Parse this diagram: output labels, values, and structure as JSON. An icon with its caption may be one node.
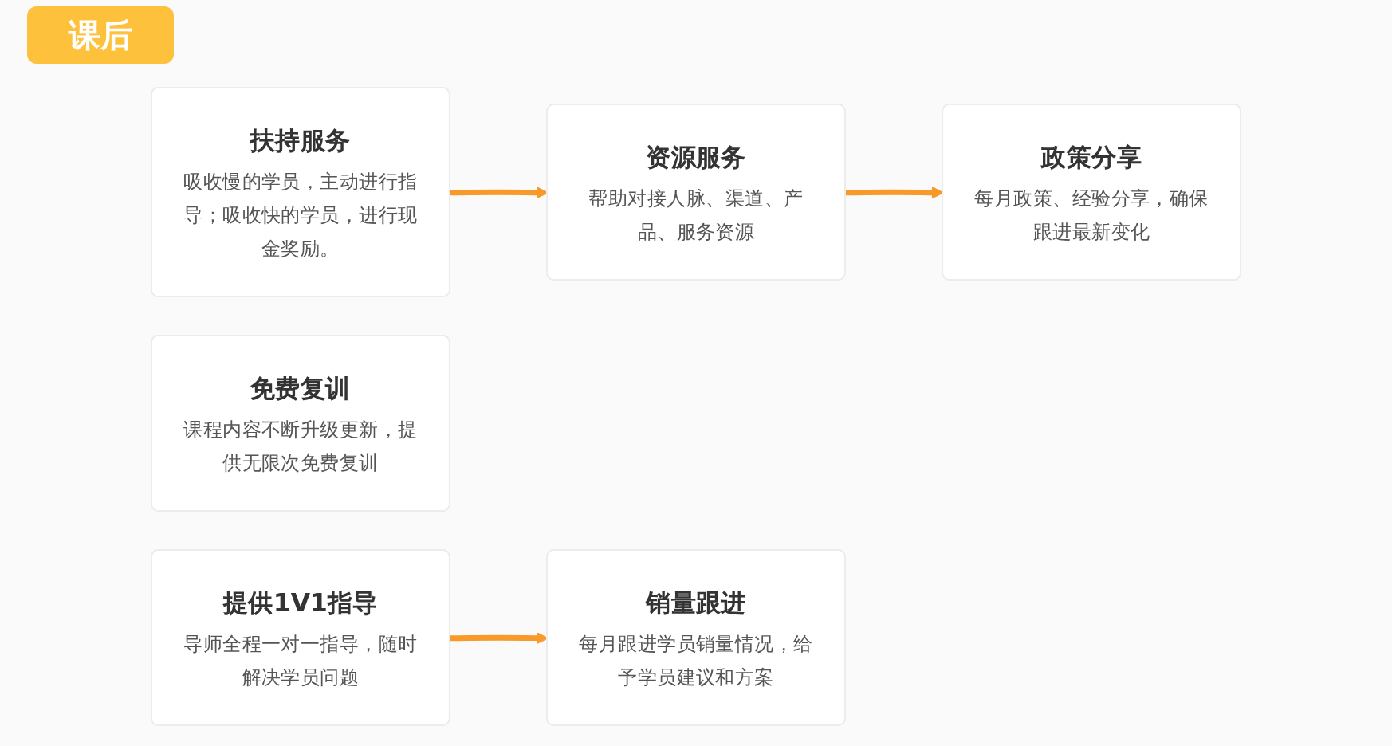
{
  "diagram": {
    "title": "课后",
    "nodes": [
      {
        "text": [
          "扶持服务",
          "吸收慢的学员，主动进行指导；吸收快的学员，进行现金奖励。"
        ]
      },
      {
        "text": [
          "资源服务",
          "帮助对接人脉、渠道、产品、服务资源"
        ]
      },
      {
        "text": [
          "政策分享",
          "每月政策、经验分享，确保跟进最新变化"
        ]
      },
      {
        "text": [
          "免费复训",
          "课程内容不断升级更新，提供无限次免费复训"
        ]
      },
      {
        "text": [
          "提供1V1指导",
          "导师全程一对一指导，随时解决学员问题"
        ]
      },
      {
        "text": [
          "销量跟进",
          "每月跟进学员销量情况，给予学员建议和方案"
        ]
      }
    ],
    "edges": [
      {
        "from": 0,
        "to": 1,
        "arrow": "to"
      },
      {
        "from": 1,
        "to": 2,
        "arrow": "to"
      },
      {
        "from": 4,
        "to": 5,
        "arrow": "to"
      }
    ]
  }
}
